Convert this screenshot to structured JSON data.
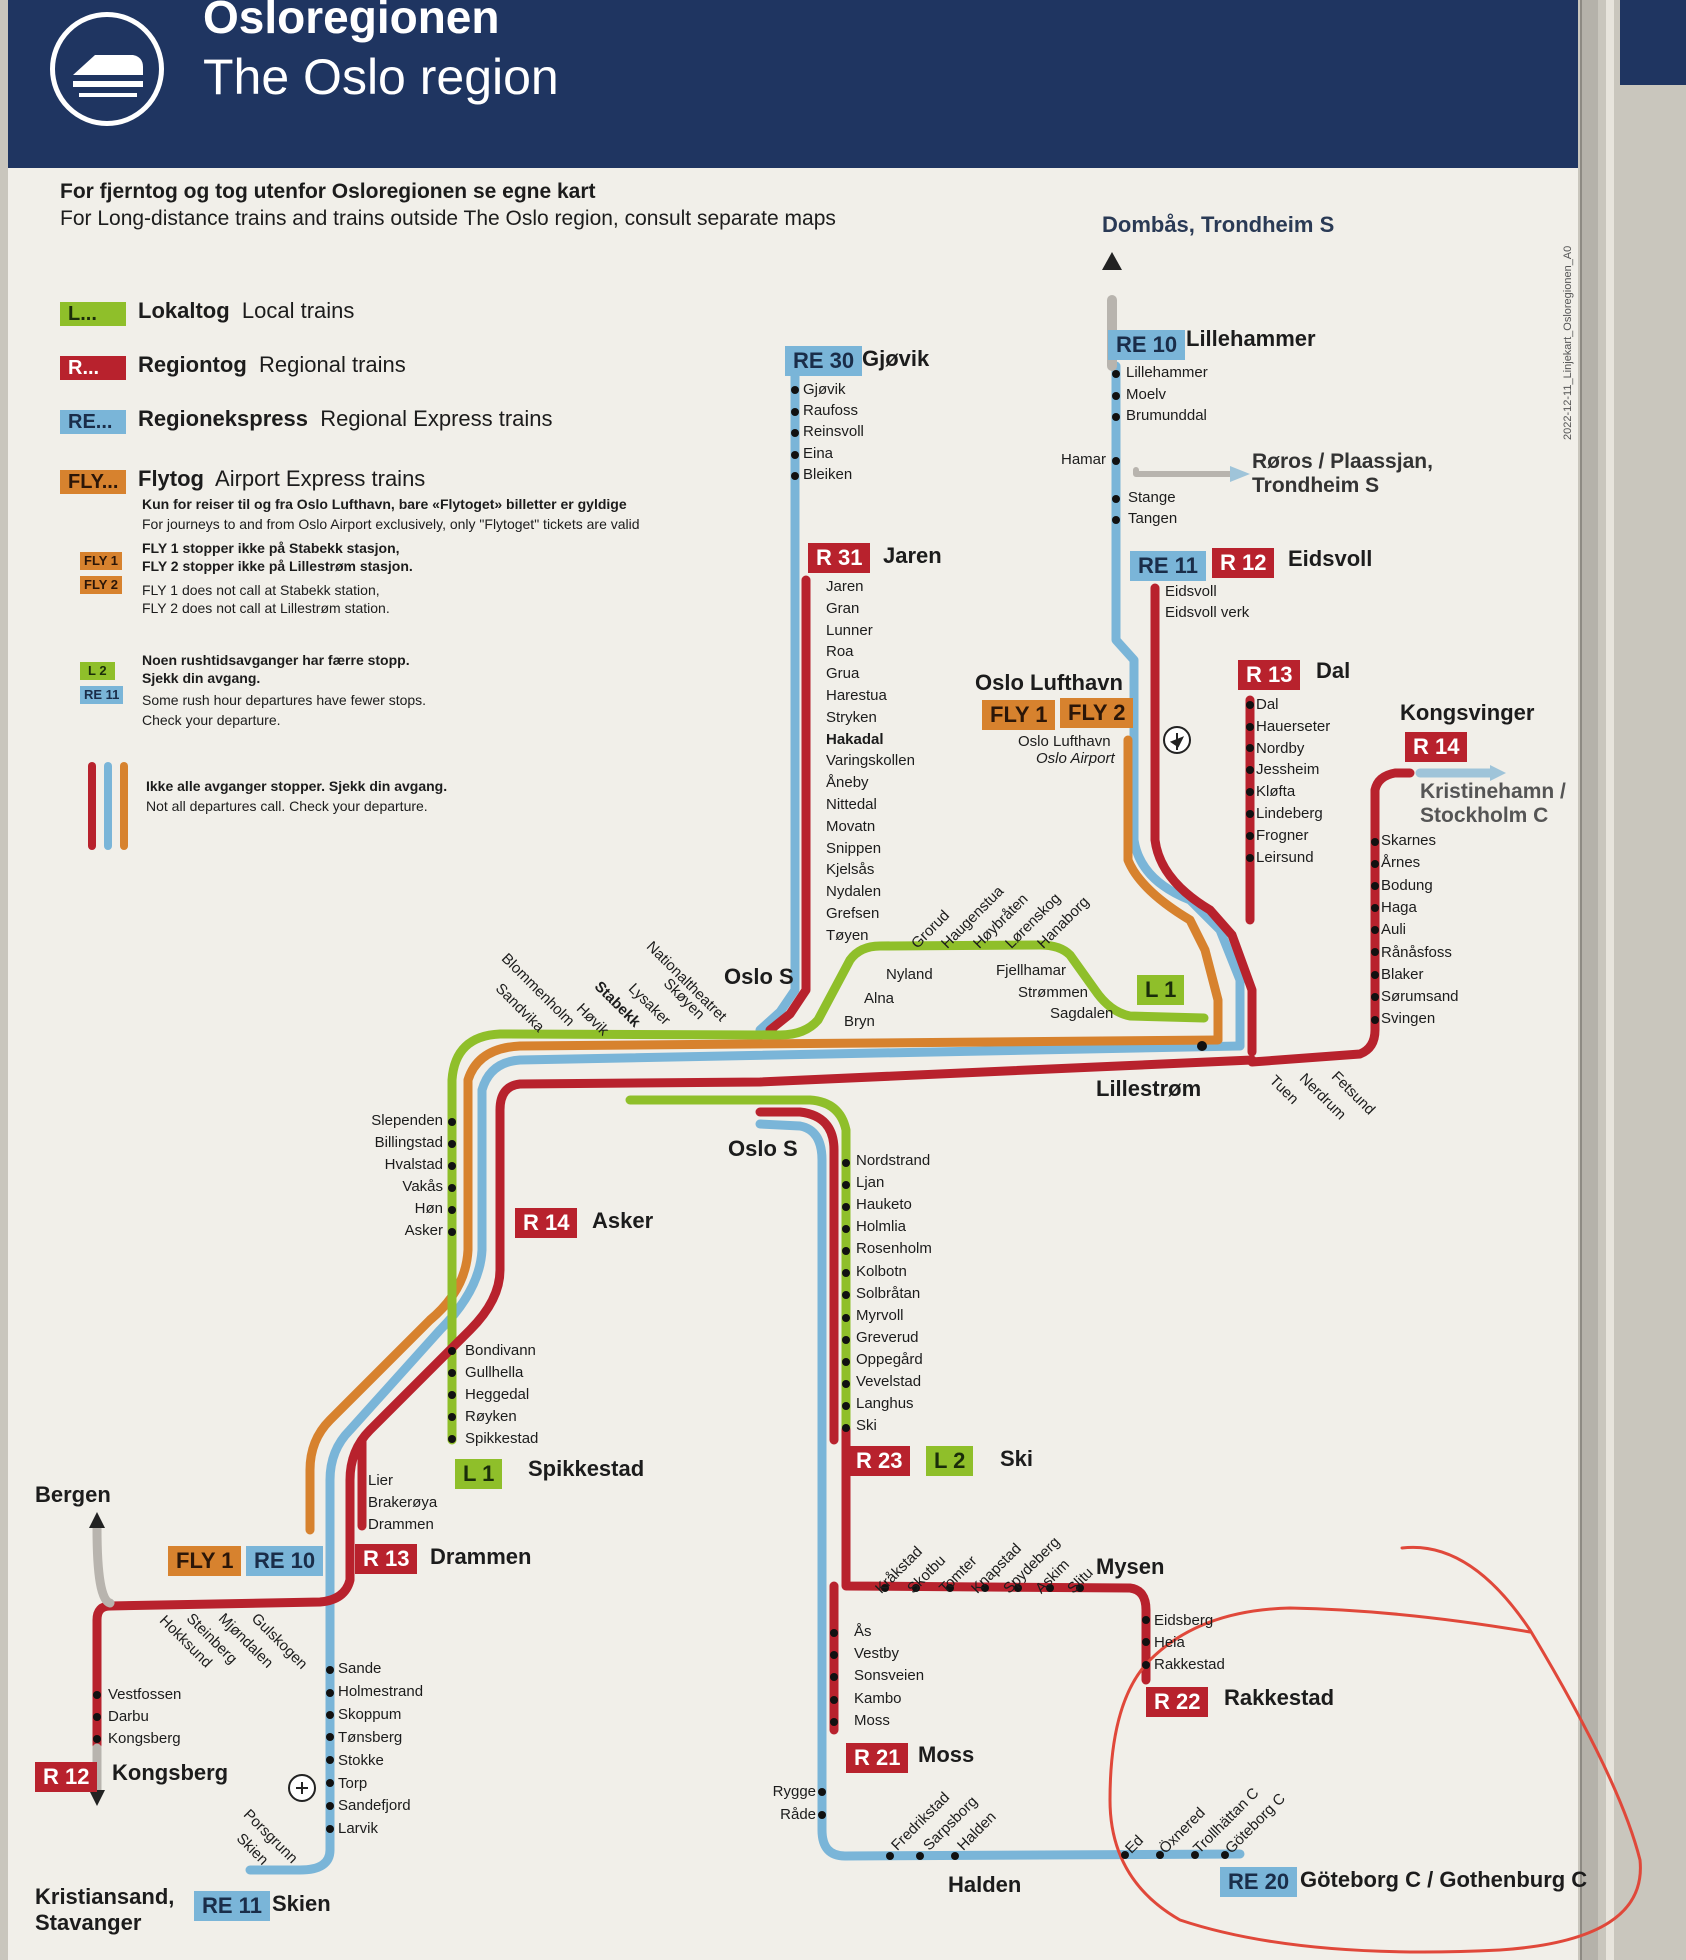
{
  "header": {
    "title_no": "Osloregionen",
    "title_en": "The Oslo region"
  },
  "intro": {
    "no": "For fjerntog og tog utenfor Osloregionen se egne kart",
    "en": "For Long-distance trains and trains outside The Oslo region, consult separate maps"
  },
  "legend": {
    "local": {
      "badge": "L...",
      "no": "Lokaltog",
      "en": "Local trains"
    },
    "regional": {
      "badge": "R...",
      "no": "Regiontog",
      "en": "Regional trains"
    },
    "express": {
      "badge": "RE...",
      "no": "Regionekspress",
      "en": "Regional Express trains"
    },
    "airport": {
      "badge": "FLY...",
      "no": "Flytog",
      "en": "Airport Express trains",
      "note_no": "Kun for reiser til og fra Oslo Lufthavn, bare «Flytoget» billetter er gyldige",
      "note_en": "For journeys to and from Oslo Airport exclusively, only \"Flytoget\" tickets are valid"
    },
    "fly_note": {
      "b1": "FLY 1",
      "b2": "FLY 2",
      "no1": "FLY 1 stopper ikke på Stabekk stasjon,",
      "no2": "FLY 2 stopper ikke på Lillestrøm stasjon.",
      "en1": "FLY 1 does not call at Stabekk station,",
      "en2": "FLY 2 does not call at Lillestrøm station."
    },
    "rush_note": {
      "b1": "L 2",
      "b2": "RE 11",
      "no1": "Noen rushtidsavganger har færre stopp.",
      "no2": "Sjekk din avgang.",
      "en1": "Some rush hour departures have fewer stops.",
      "en2": "Check your departure."
    },
    "stop_note": {
      "no": "Ikke alle avganger stopper. Sjekk din avgang.",
      "en": "Not all departures call. Check your departure."
    }
  },
  "side_note": "2022-12-11_Linjekart_Osloregionen_A0",
  "colors": {
    "regional": "#b8222d",
    "express": "#7ab5d8",
    "local": "#8fbf2a",
    "airport": "#d7822e",
    "header": "#1f3561",
    "annotation": "#e0483a"
  },
  "lines": {
    "re30": {
      "badge": "RE 30",
      "dest": "Gjøvik",
      "stops": [
        "Gjøvik",
        "Raufoss",
        "Reinsvoll",
        "Eina",
        "Bleiken"
      ]
    },
    "r31": {
      "badge": "R 31",
      "dest": "Jaren",
      "stops": [
        "Jaren",
        "Gran",
        "Lunner",
        "Roa",
        "Grua",
        "Harestua",
        "Stryken",
        "Hakadal",
        "Varingskollen",
        "Åneby",
        "Nittedal",
        "Movatn",
        "Snippen",
        "Kjelsås",
        "Nydalen",
        "Grefsen",
        "Tøyen"
      ]
    },
    "re10": {
      "badge": "RE 10",
      "dest": "Lillehammer",
      "stops": [
        "Lillehammer",
        "Moelv",
        "Brumunddal",
        "Hamar",
        "Stange",
        "Tangen"
      ]
    },
    "dombas": "Dombås, Trondheim S",
    "roros": {
      "l1": "Røros / Plaassjan,",
      "l2": "Trondheim S"
    },
    "re11": {
      "badge": "RE 11"
    },
    "r12": {
      "badge": "R 12",
      "dest": "Eidsvoll",
      "stops": [
        "Eidsvoll",
        "Eidsvoll verk"
      ]
    },
    "r13": {
      "badge": "R 13",
      "dest": "Dal",
      "stops": [
        "Dal",
        "Hauerseter",
        "Nordby",
        "Jessheim",
        "Kløfta",
        "Lindeberg",
        "Frogner",
        "Leirsund"
      ]
    },
    "airport": {
      "name": "Oslo Lufthavn",
      "fly1": "FLY 1",
      "fly2": "FLY 2",
      "sub1": "Oslo Lufthavn",
      "sub2": "Oslo Airport"
    },
    "r14": {
      "badge": "R 14",
      "dest": "Kongsvinger",
      "far1": "Kristinehamn /",
      "far2": "Stockholm C",
      "stops": [
        "Skarnes",
        "Årnes",
        "Bodung",
        "Haga",
        "Auli",
        "Rånåsfoss",
        "Blaker",
        "Sørumsand",
        "Svingen"
      ]
    },
    "lillestrom": {
      "name": "Lillestrøm",
      "east": [
        "Tuen",
        "Nerdrum",
        "Fetsund"
      ]
    },
    "l1": {
      "badge": "L 1",
      "stops_ne": [
        "Grorud",
        "Haugenstua",
        "Høybråten",
        "Lørenskog",
        "Hanaborg"
      ],
      "stops_ne2": [
        "Nyland",
        "Alna",
        "Bryn",
        "Fjellhamar",
        "Strømmen",
        "Sagdalen"
      ]
    },
    "oslo_s": "Oslo S",
    "west": [
      "Blommenholm",
      "Sandvika",
      "Høvik",
      "Stabekk",
      "Lysaker",
      "Skøyen",
      "Nationaltheatret"
    ],
    "asker_stops": [
      "Slependen",
      "Billingstad",
      "Hvalstad",
      "Vakås",
      "Høn",
      "Asker"
    ],
    "r14_asker": {
      "badge": "R 14",
      "dest": "Asker"
    },
    "spikkestad": {
      "badge": "L 1",
      "dest": "Spikkestad",
      "stops": [
        "Bondivann",
        "Gullhella",
        "Heggedal",
        "Røyken",
        "Spikkestad"
      ]
    },
    "ski": {
      "b1": "R 23",
      "b2": "L 2",
      "dest": "Ski",
      "stops": [
        "Nordstrand",
        "Ljan",
        "Hauketo",
        "Holmlia",
        "Rosenholm",
        "Kolbotn",
        "Solbråtan",
        "Myrvoll",
        "Greverud",
        "Oppegård",
        "Vevelstad",
        "Langhus",
        "Ski"
      ]
    },
    "drammen": {
      "fly1": "FLY 1",
      "re10": "RE 10",
      "r13": "R 13",
      "dest": "Drammen",
      "stops": [
        "Lier",
        "Brakerøya",
        "Drammen"
      ]
    },
    "bergen": "Bergen",
    "kongsberg": {
      "badge": "R 12",
      "dest": "Kongsberg",
      "west": [
        "Hokksund",
        "Steinberg",
        "Mjøndalen",
        "Gulskogen"
      ],
      "stops": [
        "Vestfossen",
        "Darbu",
        "Kongsberg"
      ]
    },
    "kristiansand": {
      "l1": "Kristiansand,",
      "l2": "Stavanger"
    },
    "skien": {
      "badge": "RE 11",
      "dest": "Skien",
      "stops": [
        "Sande",
        "Holmestrand",
        "Skoppum",
        "Tønsberg",
        "Stokke",
        "Torp",
        "Sandefjord",
        "Larvik"
      ],
      "end": [
        "Porsgrunn",
        "Skien"
      ]
    },
    "mysen": {
      "dest": "Mysen",
      "stops": [
        "Kråkstad",
        "Skotbu",
        "Tomter",
        "Knapstad",
        "Spydeberg",
        "Askim",
        "Slitu"
      ]
    },
    "rakkestad": {
      "badge": "R 22",
      "dest": "Rakkestad",
      "stops": [
        "Eidsberg",
        "Heia",
        "Rakkestad"
      ]
    },
    "moss": {
      "badge": "R 21",
      "dest": "Moss",
      "stops": [
        "Ås",
        "Vestby",
        "Sonsveien",
        "Kambo",
        "Moss"
      ],
      "south": [
        "Rygge",
        "Råde"
      ]
    },
    "halden": {
      "dest": "Halden",
      "stops": [
        "Fredrikstad",
        "Sarpsborg",
        "Halden"
      ]
    },
    "goteborg": {
      "badge": "RE 20",
      "dest": "Göteborg C / Gothenburg C",
      "stops": [
        "Ed",
        "Öxnered",
        "Trollhättan C",
        "Göteborg C"
      ]
    }
  }
}
